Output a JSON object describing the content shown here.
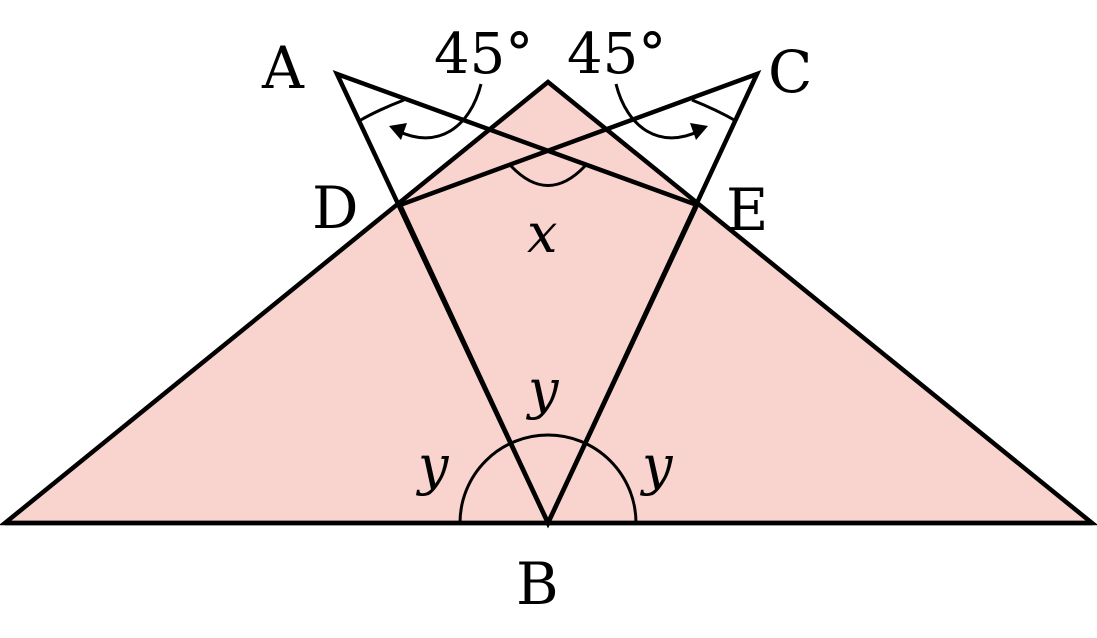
{
  "colors": {
    "fill": "#f9d4ce",
    "stroke": "#000000",
    "background": "#ffffff"
  },
  "points": {
    "A": "A",
    "B": "B",
    "C": "C",
    "D": "D",
    "E": "E"
  },
  "angles": {
    "left_angle": "45°",
    "right_angle": "45°",
    "x_label": "x",
    "y_left": "y",
    "y_middle": "y",
    "y_right": "y"
  }
}
